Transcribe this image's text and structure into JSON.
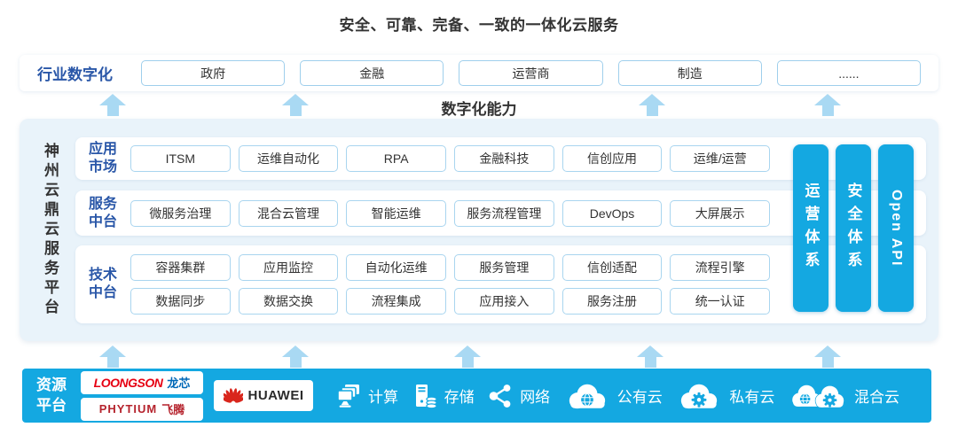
{
  "title": "安全、可靠、完备、一致的一体化云服务",
  "colors": {
    "accent_blue": "#14a8e1",
    "arrow_light_blue": "#a9d9f3",
    "panel_bg": "#e9f3fa",
    "label_blue": "#2a57a8",
    "chip_border": "#a9d5ef",
    "loongson_red": "#e60012",
    "loongson_blue": "#0068b7",
    "phytium_red": "#b5232d",
    "huawei_red": "#d9261c"
  },
  "industry": {
    "label": "行业数字化",
    "boxes": [
      "政府",
      "金融",
      "运营商",
      "制造",
      "......"
    ]
  },
  "capability_label": "数字化能力",
  "platform": {
    "name": "神州云鼎云服务平台",
    "rows": [
      {
        "label": "应用市场",
        "chips": [
          [
            "ITSM",
            "运维自动化",
            "RPA",
            "金融科技",
            "信创应用",
            "运维/运营"
          ]
        ]
      },
      {
        "label": "服务中台",
        "chips": [
          [
            "微服务治理",
            "混合云管理",
            "智能运维",
            "服务流程管理",
            "DevOps",
            "大屏展示"
          ]
        ]
      },
      {
        "label": "技术中台",
        "chips": [
          [
            "容器集群",
            "应用监控",
            "自动化运维",
            "服务管理",
            "信创适配",
            "流程引擎"
          ],
          [
            "数据同步",
            "数据交换",
            "流程集成",
            "应用接入",
            "服务注册",
            "统一认证"
          ]
        ]
      }
    ],
    "pillars": [
      "运营体系",
      "安全体系",
      "Open API"
    ]
  },
  "resources": {
    "label": "资源平台",
    "vendors": {
      "loongson": {
        "en": "LOONGSON",
        "cn": "龙芯"
      },
      "phytium": {
        "en": "PHYTIUM",
        "cn": "飞腾"
      },
      "huawei": "HUAWEI"
    },
    "items": [
      {
        "icon": "compute-icon",
        "label": "计算"
      },
      {
        "icon": "storage-icon",
        "label": "存储"
      },
      {
        "icon": "network-icon",
        "label": "网络"
      },
      {
        "icon": "public-cloud-icon",
        "label": "公有云"
      },
      {
        "icon": "private-cloud-icon",
        "label": "私有云"
      },
      {
        "icon": "hybrid-cloud-icon",
        "label": "混合云"
      }
    ]
  }
}
